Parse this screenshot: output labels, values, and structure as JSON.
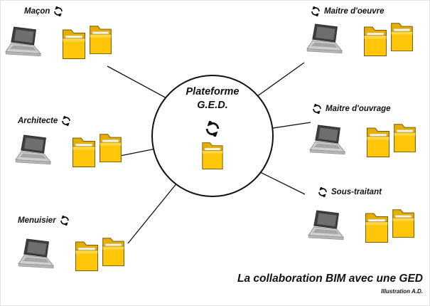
{
  "colors": {
    "ink": "#111111",
    "folder_yellow": "#FFC60A",
    "folder_dark": "#E3AE00",
    "laptop_gray": "#CFCFCF"
  },
  "center": {
    "line1": "Plateforme",
    "line2": "G.E.D."
  },
  "nodes": {
    "macon": {
      "label": "Maçon"
    },
    "architecte": {
      "label": "Architecte"
    },
    "menuisier": {
      "label": "Menuisier"
    },
    "maitre_oeuvre": {
      "label": "Maitre d'oeuvre"
    },
    "maitre_ouvrage": {
      "label": "Maitre d'ouvrage"
    },
    "sous_traitant": {
      "label": "Sous-traitant"
    }
  },
  "footer": {
    "title": "La collaboration BIM avec une GED",
    "credit": "Illustration A.D."
  }
}
